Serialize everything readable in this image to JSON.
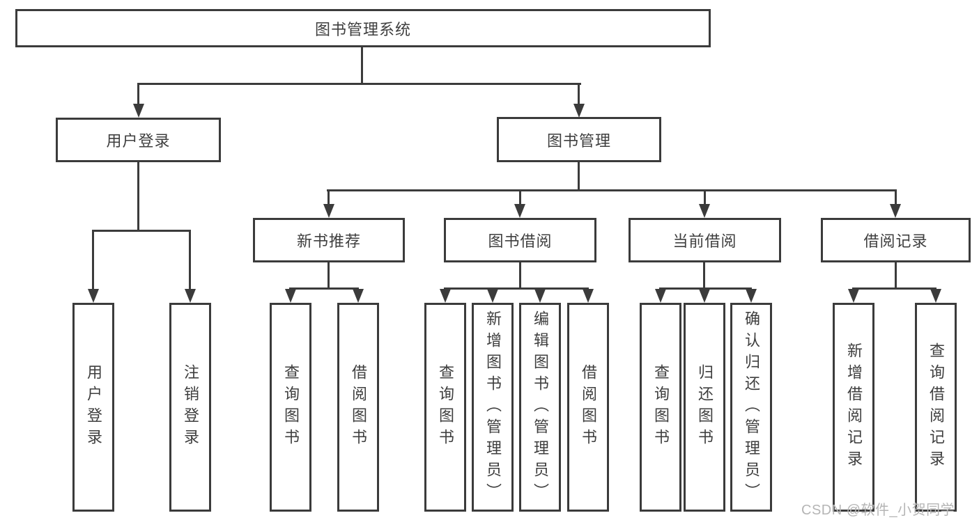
{
  "diagram": {
    "root": {
      "label": "图书管理系统"
    },
    "level2": [
      {
        "label": "用户登录"
      },
      {
        "label": "图书管理"
      }
    ],
    "level3": [
      {
        "label": "新书推荐"
      },
      {
        "label": "图书借阅"
      },
      {
        "label": "当前借阅"
      },
      {
        "label": "借阅记录"
      }
    ],
    "leaves": [
      {
        "label": "用户登录"
      },
      {
        "label": "注销登录"
      },
      {
        "label": "查询图书"
      },
      {
        "label": "借阅图书"
      },
      {
        "label": "查询图书"
      },
      {
        "label": "新增图书（管理员）"
      },
      {
        "label": "编辑图书（管理员）"
      },
      {
        "label": "借阅图书"
      },
      {
        "label": "查询图书"
      },
      {
        "label": "归还图书"
      },
      {
        "label": "确认归还（管理员）"
      },
      {
        "label": "新增借阅记录"
      },
      {
        "label": "查询借阅记录"
      }
    ]
  },
  "watermark": {
    "text": "CSDN @软件_小贺同学"
  },
  "colors": {
    "line": "#3b3b3b",
    "text": "#3e3e3e",
    "watermark": "#b5b5b5",
    "background": "#ffffff"
  }
}
